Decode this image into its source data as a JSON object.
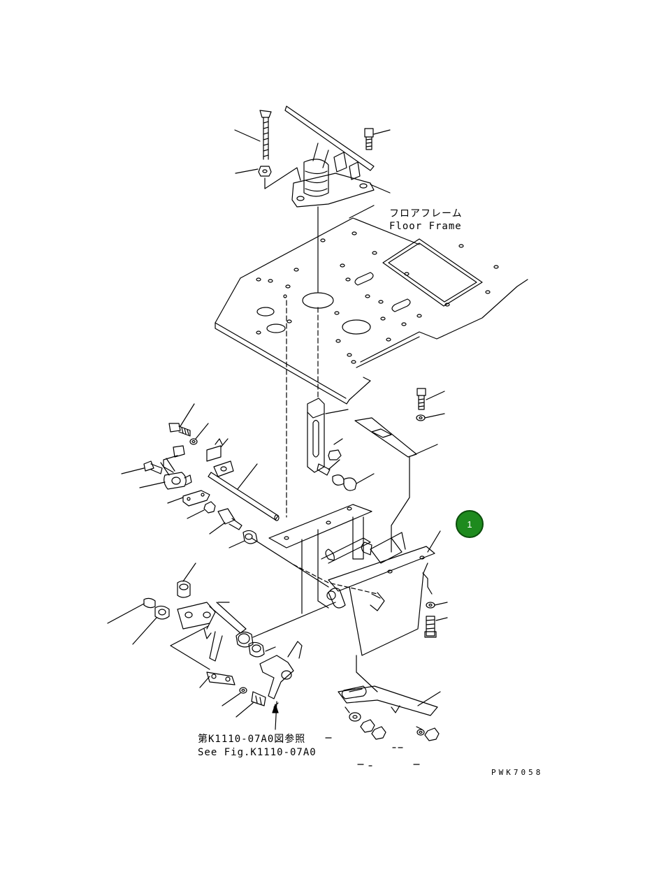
{
  "labels": {
    "floor_jp": "フロアフレーム",
    "floor_en": "Floor Frame",
    "ref_jp": "第K1110-07A0図参照",
    "ref_en": "See Fig.K1110-07A0",
    "drawing_code": "PWK7058"
  },
  "callout": {
    "number": "1",
    "color": "#1e8a1e"
  },
  "style": {
    "line_color": "#000000",
    "background": "#ffffff"
  }
}
